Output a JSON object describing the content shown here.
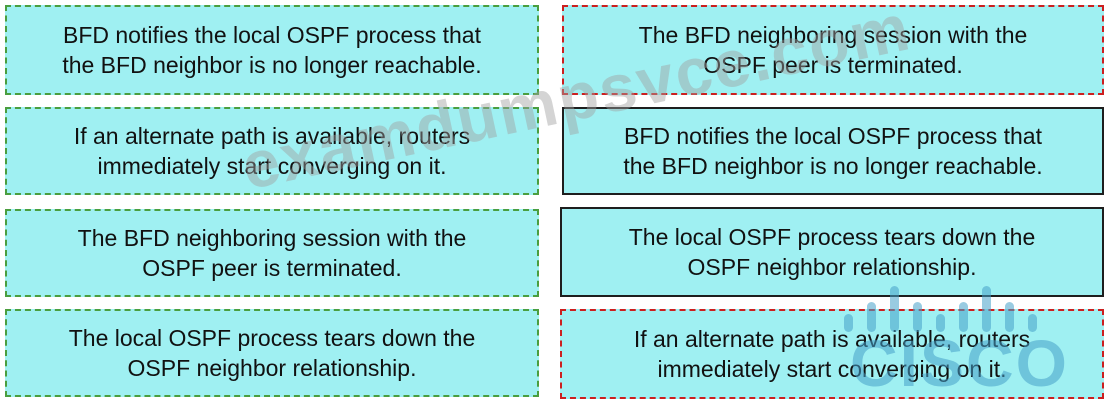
{
  "left_cards": [
    {
      "text": "BFD notifies the local OSPF process that\nthe BFD neighbor is no longer reachable."
    },
    {
      "text": "If an alternate path is available, routers\nimmediately start converging on it."
    },
    {
      "text": "The BFD neighboring session with the\nOSPF peer is terminated."
    },
    {
      "text": "The local OSPF process tears down the\nOSPF neighbor relationship."
    }
  ],
  "right_cards": [
    {
      "text": "The BFD neighboring session with the\nOSPF peer is terminated."
    },
    {
      "text": "BFD notifies the local OSPF process that\nthe BFD neighbor is no longer reachable."
    },
    {
      "text": "The local OSPF process tears down the\nOSPF neighbor relationship."
    },
    {
      "text": "If an alternate path is available, routers\nimmediately start converging on it."
    }
  ],
  "watermark": "examdumpsvce.com",
  "logo": {
    "word": "CISCO"
  },
  "colors": {
    "card_background": "#9ff0f2",
    "green_dash": "#4a9e3f",
    "red_dash": "#cc1f1f"
  }
}
